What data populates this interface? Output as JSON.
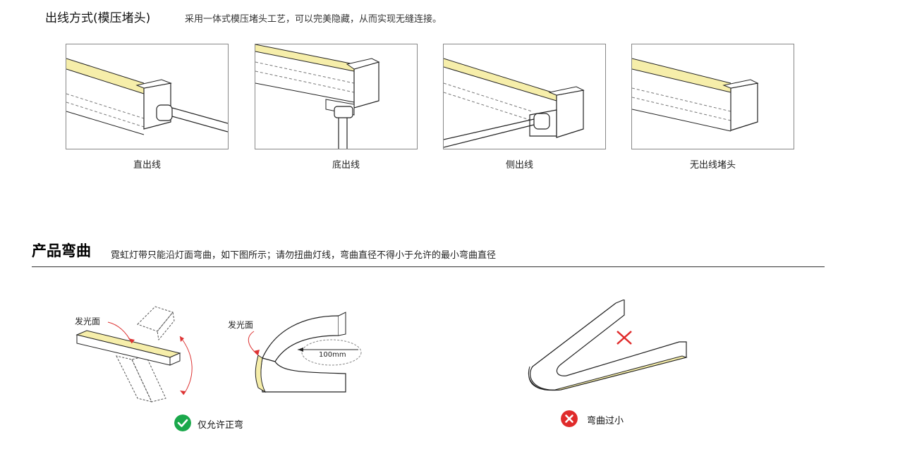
{
  "outlet_section": {
    "title": "出线方式(模压堵头)",
    "description": "采用一体式模压堵头工艺，可以完美隐藏，从而实现无缝连接。",
    "panels": [
      {
        "caption": "直出线"
      },
      {
        "caption": "底出线"
      },
      {
        "caption": "侧出线"
      },
      {
        "caption": "无出线堵头"
      }
    ]
  },
  "bending_section": {
    "title": "产品弯曲",
    "description": "霓虹灯带只能沿灯面弯曲，如下图所示；请勿扭曲灯线，弯曲直径不得小于允许的最小弯曲直径",
    "left_label": "发光面",
    "middle_label": "发光面",
    "dimension_label": "100mm",
    "ok_status": "仅允许正弯",
    "bad_status": "弯曲过小"
  },
  "colors": {
    "emitting_face": "#f6eeaa",
    "ok_green": "#1aa84b",
    "error_red": "#e02b2b",
    "outline": "#222222"
  }
}
